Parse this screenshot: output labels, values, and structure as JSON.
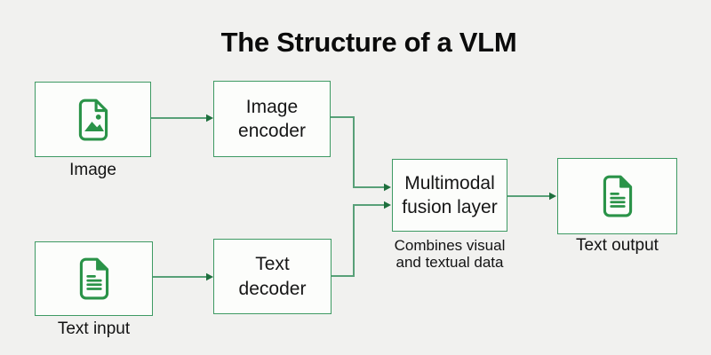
{
  "title": "The Structure of a VLM",
  "colors": {
    "background": "#f1f1ef",
    "box_fill": "#fcfdfb",
    "box_border": "#3e9a63",
    "icon_green": "#2a9348",
    "connector_line": "#58a078",
    "arrowhead": "#1e6f3d",
    "text": "#141414"
  },
  "nodes": {
    "image": {
      "label": "Image",
      "icon": "image-file-icon"
    },
    "image_encoder": {
      "lines": [
        "Image",
        "encoder"
      ]
    },
    "text_input": {
      "label": "Text input",
      "icon": "text-file-icon"
    },
    "text_decoder": {
      "lines": [
        "Text",
        "decoder"
      ]
    },
    "fusion": {
      "lines": [
        "Multimodal",
        "fusion layer"
      ],
      "caption_lines": [
        "Combines visual",
        "and textual data"
      ]
    },
    "text_output": {
      "label": "Text output",
      "icon": "text-file-icon"
    }
  }
}
